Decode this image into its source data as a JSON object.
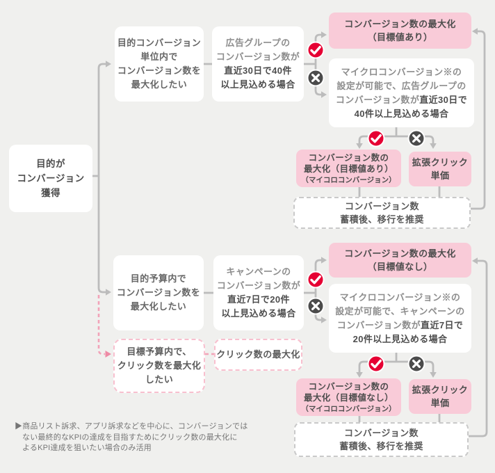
{
  "colors": {
    "background": "#f0f0ee",
    "node_fill_white": "#ffffff",
    "node_fill_pink": "#f9cbd8",
    "pink_dashed_border": "#f8bfce",
    "gray_dashed_border": "#c9c9c9",
    "connector_gray": "#bcbcbc",
    "connector_pink": "#f2a3b8",
    "check_icon_red": "#e60033",
    "cross_icon_gray": "#4b4b4b",
    "text_dark": "#4d4d4d",
    "text_light": "#8d8d8d"
  },
  "icons": {
    "check": {
      "name": "check-icon",
      "glyph": "✓",
      "color": "#e60033"
    },
    "cross": {
      "name": "cross-icon",
      "glyph": "✕",
      "color": "#4b4b4b"
    }
  },
  "nodes": {
    "purpose": {
      "line1": "目的が",
      "line2": "コンバージョン",
      "line3": "獲得"
    },
    "goal_conv_unit": {
      "line1": "目的コンバージョン",
      "line2": "単位内で",
      "line3": "コンバージョン数を",
      "line4": "最大化したい"
    },
    "cond_adgroup": {
      "line1": "広告グループの",
      "line2": "コンバージョン数が",
      "line3": "直近30日で40件",
      "line4": "以上見込める場合"
    },
    "max_conv_target": {
      "line1": "コンバージョン数の最大化",
      "line2": "（目標値あり）"
    },
    "micro_adgroup": {
      "line1": "マイクロコンバージョン※の",
      "line2": "設定が可能で、広告グループの",
      "line3a": "コンバージョン数が",
      "line3b": "直近30日で",
      "line4": "40件以上見込める場合"
    },
    "max_conv_target_micro": {
      "line1": "コンバージョン数の",
      "line2": "最大化（目標値あり）",
      "line3": "（マイコロコンバージョン）"
    },
    "enhanced_cpc_upper": {
      "line1": "拡張クリック",
      "line2": "単価"
    },
    "note_upper": {
      "line1": "コンバージョン数",
      "line2": "蓄積後、移行を推奨"
    },
    "goal_budget": {
      "line1": "目的予算内で",
      "line2": "コンバージョン数を",
      "line3": "最大化したい"
    },
    "cond_campaign": {
      "line1": "キャンペーンの",
      "line2": "コンバージョン数が",
      "line3": "直近7日で20件",
      "line4": "以上見込める場合"
    },
    "max_conv_no_target": {
      "line1": "コンバージョン数の最大化",
      "line2": "（目標値なし）"
    },
    "micro_campaign": {
      "line1": "マイクロコンバージョン※の",
      "line2": "設定が可能で、キャンペーンの",
      "line3a": "コンバージョン数が",
      "line3b": "直近7日で",
      "line4": "20件以上見込める場合"
    },
    "max_conv_no_target_micro": {
      "line1": "コンバージョン数の",
      "line2": "最大化（目標値なし）",
      "line3": "（マイコロコンバージョン）"
    },
    "enhanced_cpc_lower": {
      "line1": "拡張クリック",
      "line2": "単価"
    },
    "note_lower": {
      "line1": "コンバージョン数",
      "line2": "蓄積後、移行を推奨"
    },
    "goal_clicks": {
      "line1": "目標予算内で、",
      "line2": "クリック数を最大化",
      "line3": "したい"
    },
    "max_clicks": {
      "line1": "クリック数の最大化"
    }
  },
  "footnote": {
    "line1": "▶商品リスト訴求、アプリ訴求などを中心に、コンバージョンでは",
    "line2": "ない最終的なKPIの達成を目指すためにクリック数の最大化に",
    "line3": "よるKPI達成を狙いたい場合のみ活用"
  }
}
